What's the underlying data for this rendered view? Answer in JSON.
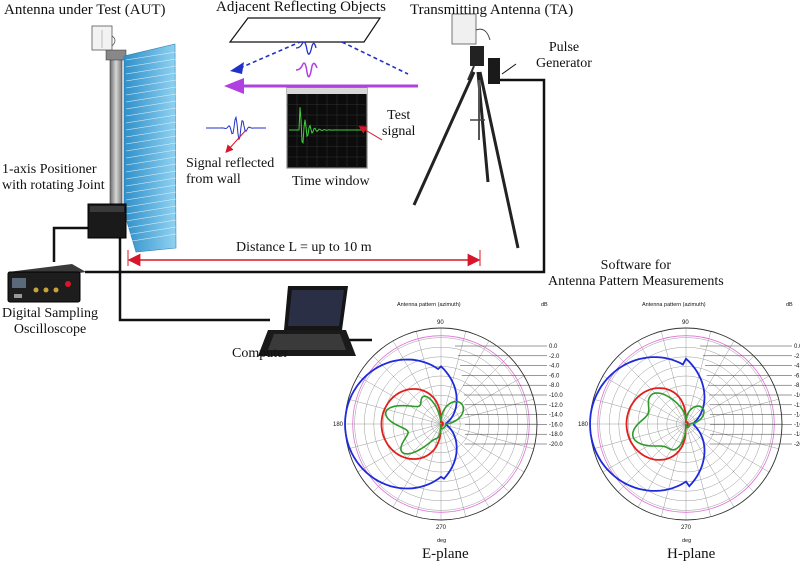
{
  "labels": {
    "aut": "Antenna under Test (AUT)",
    "reflecting": "Adjacent Reflecting Objects",
    "ta": "Transmitting Antenna (TA)",
    "pulse_gen": "Pulse\nGenerator",
    "test_signal": "Test\nsignal",
    "positioner": "1-axis Positioner\nwith rotating Joint",
    "signal_reflected": "Signal reflected\nfrom wall",
    "time_window": "Time window",
    "distance": "Distance L = up to 10 m",
    "software": "Software for\nAntenna Pattern Measurements",
    "oscilloscope": "Digital Sampling\nOscilloscope",
    "computer": "Computer",
    "e_plane": "E-plane",
    "h_plane": "H-plane"
  },
  "polar_plot": {
    "title": "Antenna pattern (azimuth)",
    "unit_label": "dB",
    "deg_label": "deg",
    "angle_labels": [
      "90",
      "180",
      "270"
    ],
    "db_ticks": [
      "0.0",
      "-2.0",
      "-4.0",
      "-6.0",
      "-8.0",
      "-10.0",
      "-12.0",
      "-14.0",
      "-16.0",
      "-18.0",
      "-20.0"
    ]
  },
  "colors": {
    "cable": "#111111",
    "distance_arrow": "#d8152a",
    "purple_arrow": "#b040e0",
    "blue_arrow": "#2230c8",
    "absorber": "#5fb8e6",
    "scope_green": "#3fd13a",
    "pattern_blue": "#1e2bdc",
    "pattern_red": "#e0201e",
    "pattern_green": "#2f9a2a",
    "pattern_pink": "#e070d8"
  }
}
